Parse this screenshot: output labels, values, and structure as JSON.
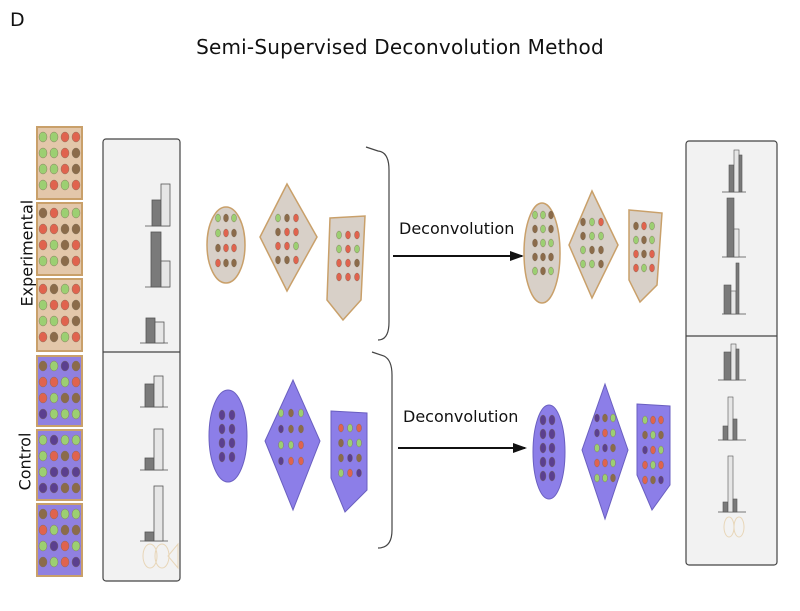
{
  "panel_letter": "D",
  "title": "Semi-Supervised Deconvolution Method",
  "group_labels": {
    "experimental": "Experimental",
    "control": "Control"
  },
  "process_labels": [
    "Deconvolution",
    "Deconvolution"
  ],
  "colors": {
    "experimental_bg": "#e3c7aa",
    "experimental_border": "#c9a06a",
    "control_bg": "#9080e0",
    "control_border": "#c9a06a",
    "cell_shape_fill_exp": "#d8d0c8",
    "cell_shape_fill_ctl": "#8c7ee8",
    "dot_red": "#e0634e",
    "dot_green": "#9ccf72",
    "dot_brown": "#8b6b4a",
    "dot_purple": "#5b3f8f",
    "bar_dark": "#7a7a7a",
    "bar_light": "#e6e6e6"
  }
}
